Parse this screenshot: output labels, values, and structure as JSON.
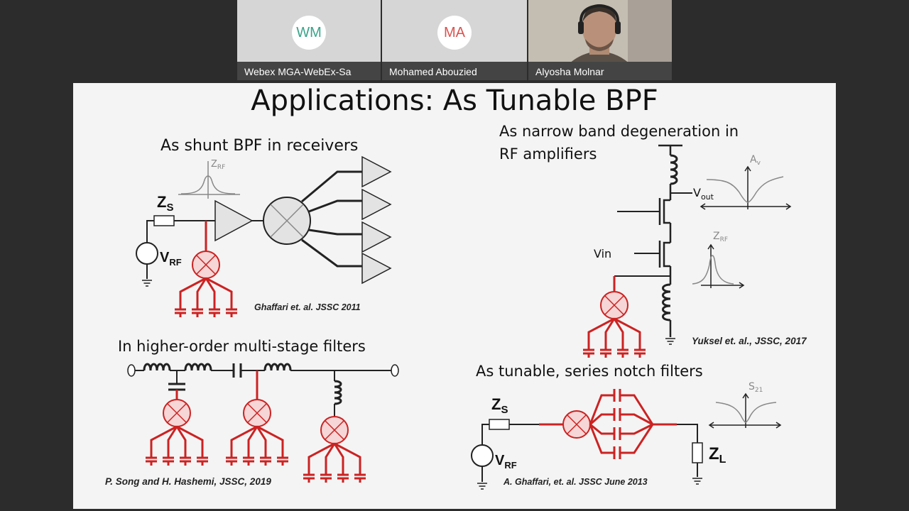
{
  "participants": [
    {
      "initials": "WM",
      "name": "Webex MGA-WebEx-Sa",
      "color": "#3aa38a"
    },
    {
      "initials": "MA",
      "name": "Mohamed Abouzied",
      "color": "#d9534f"
    },
    {
      "initials": "",
      "name": "Alyosha Molnar",
      "color": ""
    }
  ],
  "slide": {
    "title": "Applications: As Tunable BPF",
    "colors": {
      "red": "#cc2222",
      "shade": "#e3e3e3"
    },
    "s1": {
      "heading": "As shunt BPF in receivers",
      "zs": "Z",
      "zs_sub": "S",
      "vrf": "V",
      "vrf_sub": "RF",
      "plot_label": "Z",
      "plot_sub": "RF",
      "citation": "Ghaffari et. al. JSSC 2011"
    },
    "s2": {
      "heading_line1": "As narrow band degeneration in",
      "heading_line2": "RF amplifiers",
      "vout": "V",
      "vout_sub": "out",
      "vin": "Vin",
      "plot1_label": "A",
      "plot1_sub": "v",
      "plot2_label": "Z",
      "plot2_sub": "RF",
      "citation": "Yuksel et. al., JSSC, 2017"
    },
    "s3": {
      "heading": "In higher-order multi-stage filters",
      "citation": "P. Song and H. Hashemi, JSSC, 2019"
    },
    "s4": {
      "heading": "As tunable, series notch filters",
      "zs": "Z",
      "zs_sub": "S",
      "vrf": "V",
      "vrf_sub": "RF",
      "zl": "Z",
      "zl_sub": "L",
      "plot_label": "S",
      "plot_sub": "21",
      "citation": "A. Ghaffari, et. al. JSSC June 2013"
    }
  }
}
